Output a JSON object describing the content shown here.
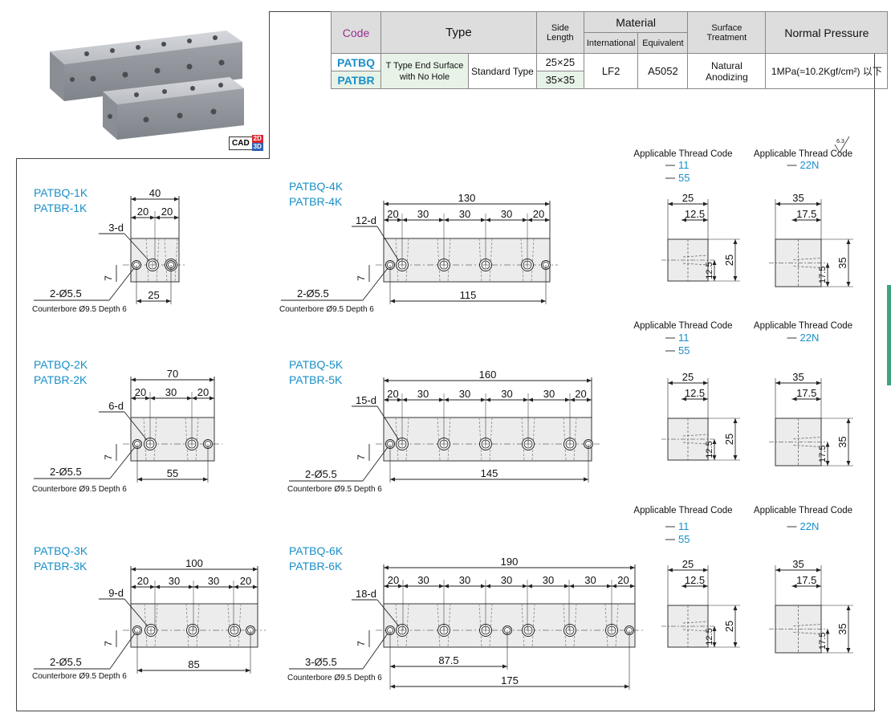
{
  "cad_badge": {
    "label": "CAD",
    "top": "2D",
    "bottom": "3D",
    "top_color": "#d9262f",
    "bottom_color": "#2a63b5"
  },
  "spec_table": {
    "h_code": "Code",
    "h_type": "Type",
    "h_side": "Side Length",
    "h_material": "Material",
    "h_international": "International",
    "h_equivalent": "Equivalent",
    "h_surface": "Surface Treatment",
    "h_pressure": "Normal Pressure",
    "code1": "PATBQ",
    "code2": "PATBR",
    "type1": "T Type End Surface with No Hole",
    "type2": "Standard Type",
    "side1": "25×25",
    "side2": "35×35",
    "intl": "LF2",
    "equiv": "A5052",
    "surface": "Natural Anodizing",
    "pressure": "1MPa(≈10.2Kgf/cm²) 以下"
  },
  "models": [
    {
      "q": "PATBQ-1K",
      "r": "PATBR-1K"
    },
    {
      "q": "PATBQ-2K",
      "r": "PATBR-2K"
    },
    {
      "q": "PATBQ-3K",
      "r": "PATBR-3K"
    },
    {
      "q": "PATBQ-4K",
      "r": "PATBR-4K"
    },
    {
      "q": "PATBQ-5K",
      "r": "PATBR-5K"
    },
    {
      "q": "PATBQ-6K",
      "r": "PATBR-6K"
    }
  ],
  "drawings": [
    {
      "total": "40",
      "segs": [
        "20",
        "20"
      ],
      "thread": "3-d",
      "mount": "2-Ø5.5",
      "pitch": "25",
      "offset": "7",
      "counterbore": "Counterbore Ø9.5 Depth 6"
    },
    {
      "total": "70",
      "segs": [
        "20",
        "30",
        "20"
      ],
      "thread": "6-d",
      "mount": "2-Ø5.5",
      "pitch": "55",
      "offset": "7",
      "counterbore": "Counterbore Ø9.5 Depth 6"
    },
    {
      "total": "100",
      "segs": [
        "20",
        "30",
        "30",
        "20"
      ],
      "thread": "9-d",
      "mount": "2-Ø5.5",
      "pitch": "85",
      "offset": "7",
      "counterbore": "Counterbore Ø9.5 Depth 6"
    },
    {
      "total": "130",
      "segs": [
        "20",
        "30",
        "30",
        "30",
        "20"
      ],
      "thread": "12-d",
      "mount": "2-Ø5.5",
      "pitch": "115",
      "offset": "7",
      "counterbore": "Counterbore Ø9.5 Depth 6"
    },
    {
      "total": "160",
      "segs": [
        "20",
        "30",
        "30",
        "30",
        "30",
        "20"
      ],
      "thread": "15-d",
      "mount": "2-Ø5.5",
      "pitch": "145",
      "offset": "7",
      "counterbore": "Counterbore Ø9.5 Depth 6"
    },
    {
      "total": "190",
      "segs": [
        "20",
        "30",
        "30",
        "30",
        "30",
        "30",
        "20"
      ],
      "thread": "18-d",
      "mount": "3-Ø5.5",
      "pitch": "175",
      "pitch_mid": "87.5",
      "offset": "7",
      "counterbore": "Counterbore Ø9.5 Depth 6"
    }
  ],
  "sections": {
    "heading": "Applicable Thread Code",
    "surface_mark": "6.3",
    "small": {
      "codes": [
        "11",
        "55"
      ],
      "width": "25",
      "half": "12.5",
      "height": "25",
      "half_h": "12.5"
    },
    "large": {
      "codes": [
        "22N"
      ],
      "width": "35",
      "half": "17.5",
      "height": "35",
      "half_h": "17.5"
    }
  }
}
